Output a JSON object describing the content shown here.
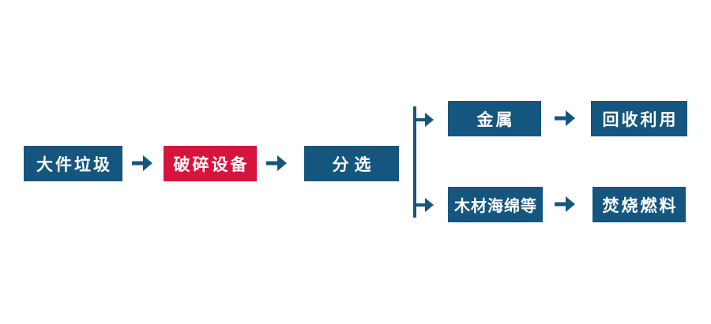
{
  "page": {
    "background": "#ffffff",
    "description": "Bulky waste treatment process flowchart"
  },
  "colors": {
    "primary_blue": "#15567E",
    "accent_red": "#D6143C",
    "text_white": "#ffffff"
  },
  "flowchart": {
    "nodes": [
      {
        "id": "bulky-waste",
        "label": "大件垃圾",
        "color": "blue"
      },
      {
        "id": "crushing-equipment",
        "label": "破碎设备",
        "color": "red"
      },
      {
        "id": "sorting",
        "label": "分选",
        "color": "blue"
      },
      {
        "id": "metal",
        "label": "金属",
        "color": "blue"
      },
      {
        "id": "recycling",
        "label": "回收利用",
        "color": "blue"
      },
      {
        "id": "wood-sponge-etc",
        "label": "木材海绵等",
        "color": "blue"
      },
      {
        "id": "incineration-fuel",
        "label": "焚烧燃料",
        "color": "blue"
      }
    ],
    "edges": [
      {
        "from": "大件垃圾",
        "to": "破碎设备"
      },
      {
        "from": "破碎设备",
        "to": "分选"
      },
      {
        "from": "分选",
        "to": "金属"
      },
      {
        "from": "分选",
        "to": "木材海绵等"
      },
      {
        "from": "金属",
        "to": "回收利用"
      },
      {
        "from": "木材海绵等",
        "to": "焚烧燃料"
      }
    ]
  }
}
